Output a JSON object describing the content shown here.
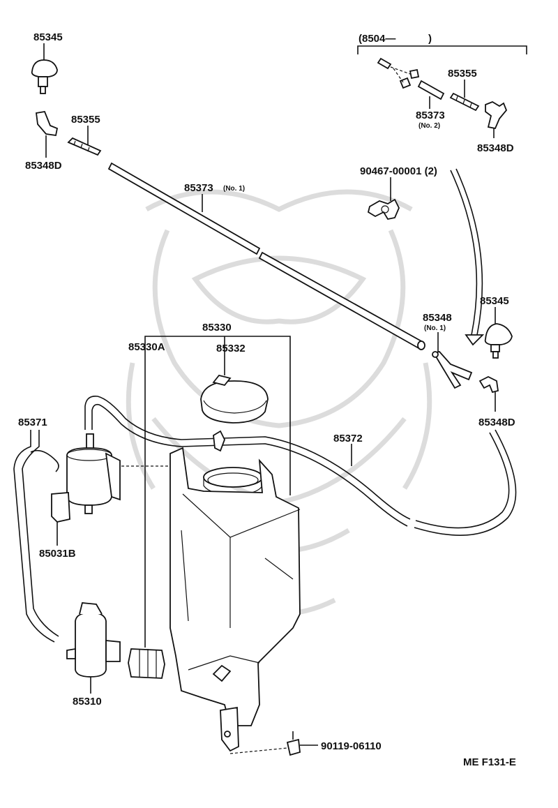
{
  "labels": {
    "p85345_top": "85345",
    "p85348D_left": "85348D",
    "p85355_left": "85355",
    "p85373_no1": "85373",
    "no1_a": "(No. 1)",
    "bracket_range": "(8504—",
    "bracket_close": ")",
    "p85355_right": "85355",
    "p85373_no2": "85373",
    "no2": "(No. 2)",
    "p85348D_right_top": "85348D",
    "p90467": "90467-00001 (2)",
    "p85345_right": "85345",
    "p85348_no1": "85348",
    "no1_b": "(No. 1)",
    "p85348D_right_bottom": "85348D",
    "p85330": "85330",
    "p85330A": "85330A",
    "p85332": "85332",
    "p85371": "85371",
    "p85372": "85372",
    "p85031B": "85031B",
    "p85310": "85310",
    "p90119": "90119-06110",
    "figure_code": "ME  F131-E"
  }
}
